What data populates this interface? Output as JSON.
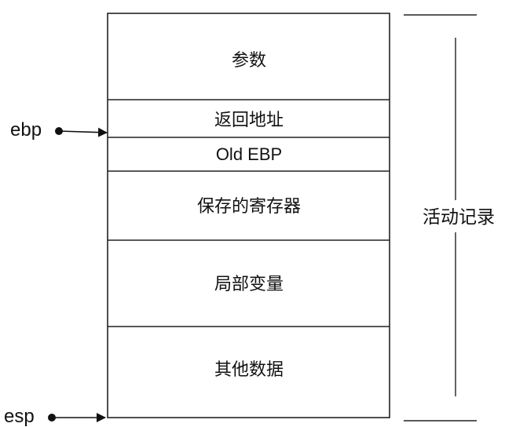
{
  "stack": {
    "cells": [
      {
        "label": "参数"
      },
      {
        "label": "返回地址"
      },
      {
        "label": "Old EBP"
      },
      {
        "label": "保存的寄存器"
      },
      {
        "label": "局部变量"
      },
      {
        "label": "其他数据"
      }
    ]
  },
  "pointers": {
    "ebp": "ebp",
    "esp": "esp"
  },
  "bracket": {
    "label": "活动记录"
  }
}
